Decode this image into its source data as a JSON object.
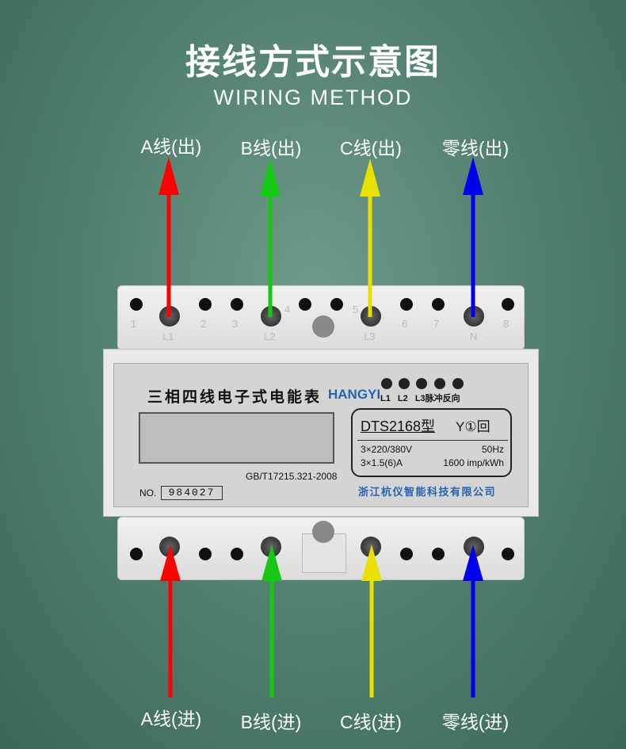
{
  "title": "接线方式示意图",
  "subtitle": "WIRING METHOD",
  "colors": {
    "a": "#ff0000",
    "b": "#14c814",
    "c": "#e8e000",
    "n": "#0000ee",
    "brand": "#2563b0"
  },
  "top_labels": [
    "A线(出)",
    "B线(出)",
    "C线(出)",
    "零线(出)"
  ],
  "bottom_labels": [
    "A线(进)",
    "B线(进)",
    "C线(进)",
    "零线(进)"
  ],
  "meter": {
    "top_terminals": [
      "1",
      "L1",
      "2",
      "3",
      "L2",
      "4",
      "5",
      "L3",
      "6",
      "7",
      "N",
      "8"
    ],
    "name": "三相四线电子式电能表",
    "brand": "HANGYI",
    "indicators": [
      "L1",
      "L2",
      "L3",
      "脉冲反向"
    ],
    "standard": "GB/T17215.321-2008",
    "no_label": "NO.",
    "serial": "984027",
    "model": "DTS2168型",
    "symbols": "Y①回",
    "voltage": "3×220/380V",
    "frequency": "50Hz",
    "current": "3×1.5(6)A",
    "constant": "1600 imp/kWh",
    "manufacturer": "浙江杭仪智能科技有限公司"
  }
}
